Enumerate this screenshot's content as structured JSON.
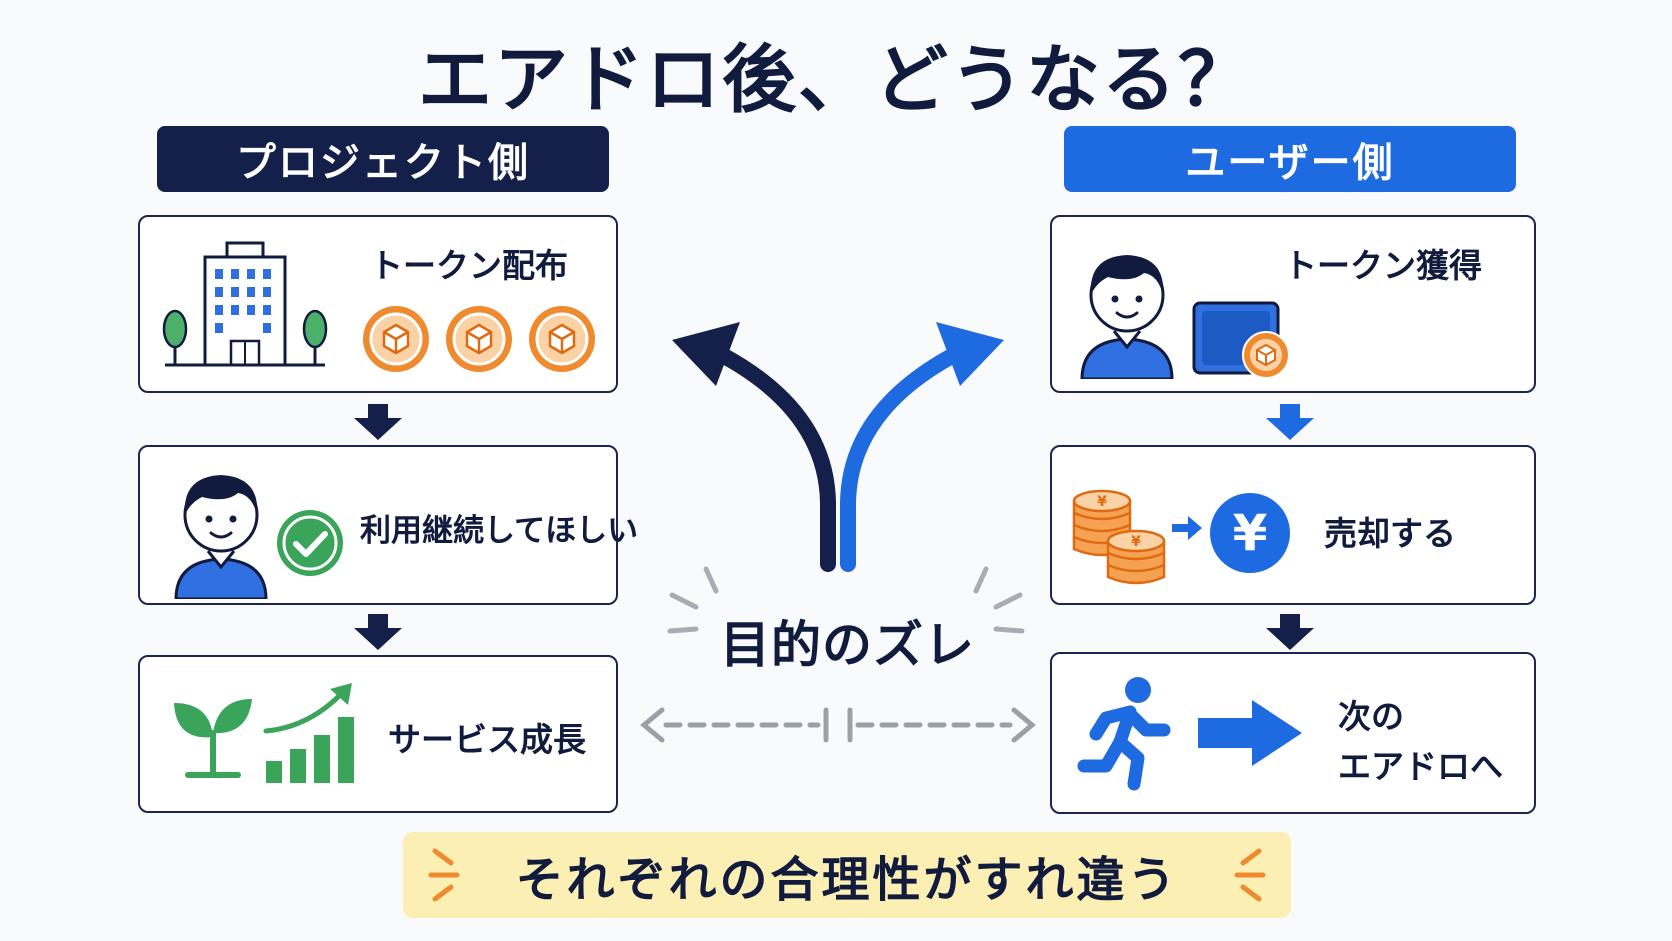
{
  "title": "エアドロ後、どうなる？",
  "project_side": {
    "header": "プロジェクト側",
    "steps": [
      {
        "label": "トークン配布"
      },
      {
        "label": "利用継続してほしい"
      },
      {
        "label": "サービス成長"
      }
    ]
  },
  "user_side": {
    "header": "ユーザー側",
    "steps": [
      {
        "label": "トークン獲得"
      },
      {
        "label": "売却する",
        "currency_symbol": "¥"
      },
      {
        "label_line1": "次の",
        "label_line2": "エアドロへ"
      }
    ]
  },
  "center": {
    "label": "目的のズレ"
  },
  "banner": {
    "text": "それぞれの合理性がすれ違う"
  },
  "colors": {
    "navy": "#14204a",
    "blue": "#1e6ae1",
    "orange": "#f08a2e",
    "green": "#3aa55a",
    "banner_bg": "#fcefb4",
    "gray": "#9aa0a8"
  }
}
